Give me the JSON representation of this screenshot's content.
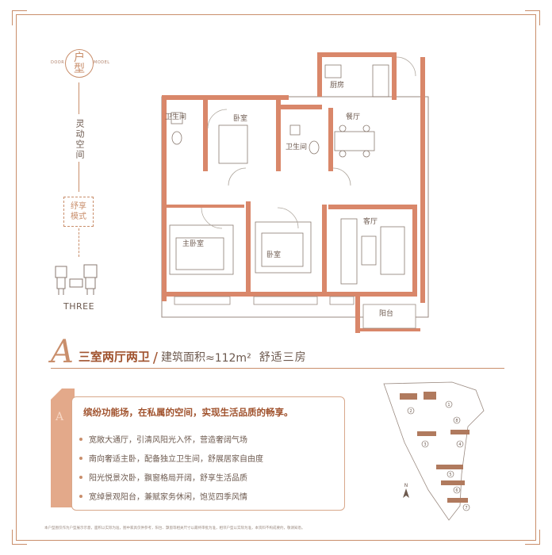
{
  "badge": {
    "top_char": "户",
    "bottom_char": "型",
    "left_label": "DOOR",
    "right_label": "MODEL"
  },
  "sidebar": {
    "vertical_text": "灵动空间",
    "mode_line1": "纾享",
    "mode_line2": "模式",
    "three_label": "THREE"
  },
  "floorplan": {
    "rooms": {
      "kitchen": "厨房",
      "dining": "餐厅",
      "bath1": "卫生间",
      "bedroom_top": "卧室",
      "bath2": "卫生间",
      "master": "主卧室",
      "bedroom2": "卧室",
      "living": "客厅",
      "balcony": "阳台"
    }
  },
  "heading": {
    "letter": "A",
    "main": "三室两厅两卫",
    "slash": "/",
    "area_label": "建筑面积",
    "area_value": "≈112m²",
    "sub": "舒适三房"
  },
  "features": {
    "slogan": "缤纷功能场，在私属的空间，实现生活品质的畅享。",
    "items": [
      "宽敞大通厅，引清风阳光入怀，营造奢阔气场",
      "南向奢适主卧，配备独立卫生间，舒展居家自由度",
      "阳光悦景次卧，飘窗格局开阔，舒享生活品质",
      "宽绰景观阳台，兼赋家务休闲，饱览四季风情"
    ]
  },
  "siteplan": {
    "north": "N",
    "markers": [
      "1",
      "2",
      "3",
      "4",
      "5",
      "6",
      "7",
      "8"
    ]
  },
  "footnote": "本户型图仅作为户型展示示意，面积以实际为准，图中家具仅供参考，阳台、飘窗等相关尺寸以最终审批为准，相邻户型以实际为准，本资料不构成要约，敬请知悉。",
  "colors": {
    "accent": "#c98e6b",
    "wall": "#d9876a",
    "text": "#6d5a4f",
    "title": "#a0522d"
  }
}
